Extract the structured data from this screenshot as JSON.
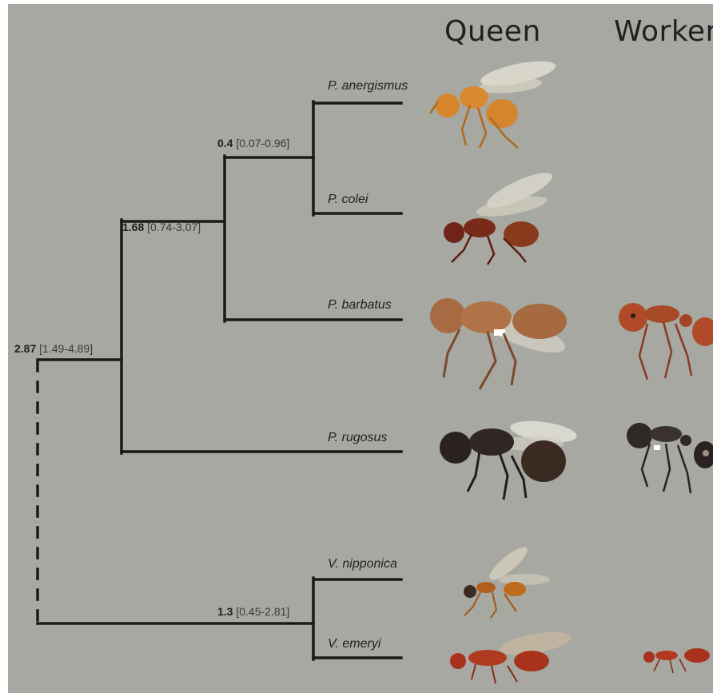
{
  "headers": {
    "queen": "Queen",
    "worker": "Worker"
  },
  "species": {
    "anergismus": "P. anergismus",
    "colei": "P. colei",
    "barbatus": "P. barbatus",
    "rugosus": "P. rugosus",
    "nipponica": "V. nipponica",
    "emeryi": "V. emeryi"
  },
  "nodes": {
    "root": {
      "age": "2.87",
      "ci": "[1.49-4.89]"
    },
    "n168": {
      "age": "1.68",
      "ci": "[0.74-3.07]"
    },
    "n04": {
      "age": "0.4",
      "ci": "[0.07-0.96]"
    },
    "n13": {
      "age": "1.3",
      "ci": "[0.45-2.81]"
    }
  },
  "colors": {
    "background": "#a6a8a1",
    "branch": "#1a1a1a",
    "anergismus": "#d8862a",
    "colei": "#7a2a18",
    "barbatus": "#a0603a",
    "rugosus": "#2e2422",
    "nipponica": "#c06a1e",
    "emeryi": "#a8321c"
  }
}
